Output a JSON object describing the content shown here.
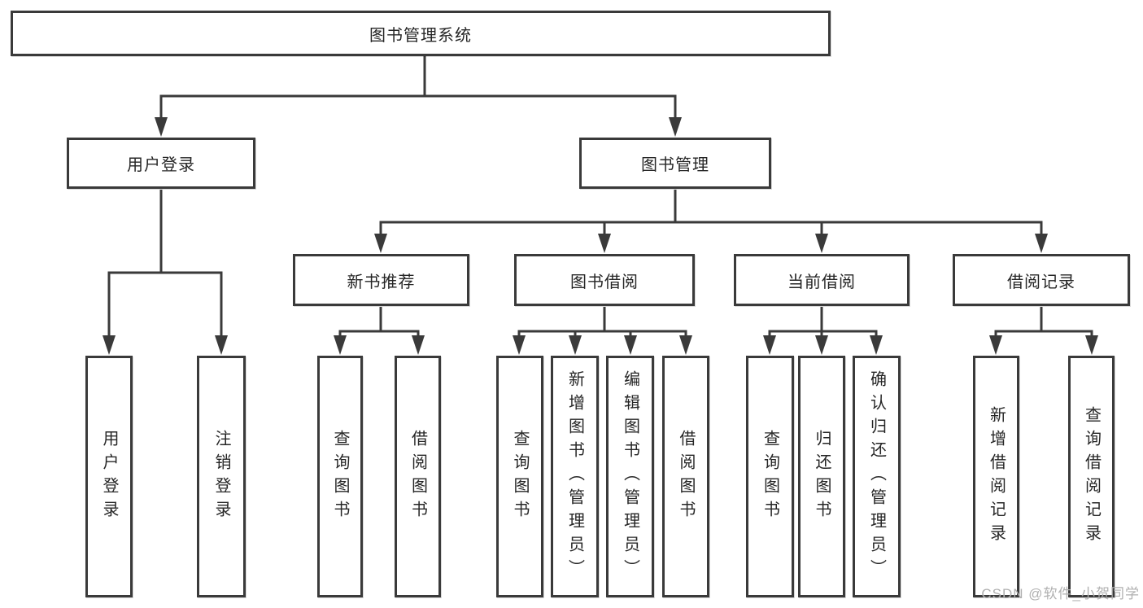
{
  "diagram": {
    "title": "图书管理系统",
    "level2": [
      {
        "label": "用户登录"
      },
      {
        "label": "图书管理"
      }
    ],
    "level3": [
      {
        "label": "新书推荐"
      },
      {
        "label": "图书借阅"
      },
      {
        "label": "当前借阅"
      },
      {
        "label": "借阅记录"
      }
    ],
    "leaves": [
      {
        "group": "用户登录",
        "label": "用户登录"
      },
      {
        "group": "用户登录",
        "label": "注销登录"
      },
      {
        "group": "新书推荐",
        "label": "查询图书"
      },
      {
        "group": "新书推荐",
        "label": "借阅图书"
      },
      {
        "group": "图书借阅",
        "label": "查询图书"
      },
      {
        "group": "图书借阅",
        "label": "新增图书（管理员）"
      },
      {
        "group": "图书借阅",
        "label": "编辑图书（管理员）"
      },
      {
        "group": "图书借阅",
        "label": "借阅图书"
      },
      {
        "group": "当前借阅",
        "label": "查询图书"
      },
      {
        "group": "当前借阅",
        "label": "归还图书"
      },
      {
        "group": "当前借阅",
        "label": "确认归还（管理员）"
      },
      {
        "group": "借阅记录",
        "label": "新增借阅记录"
      },
      {
        "group": "借阅记录",
        "label": "查询借阅记录"
      }
    ]
  },
  "watermark": "CSDN @软件_小贺同学",
  "colors": {
    "line": "#3a3a3a",
    "text": "#262626",
    "box_fill": "#ffffff",
    "watermark": "#b0b0b0"
  }
}
